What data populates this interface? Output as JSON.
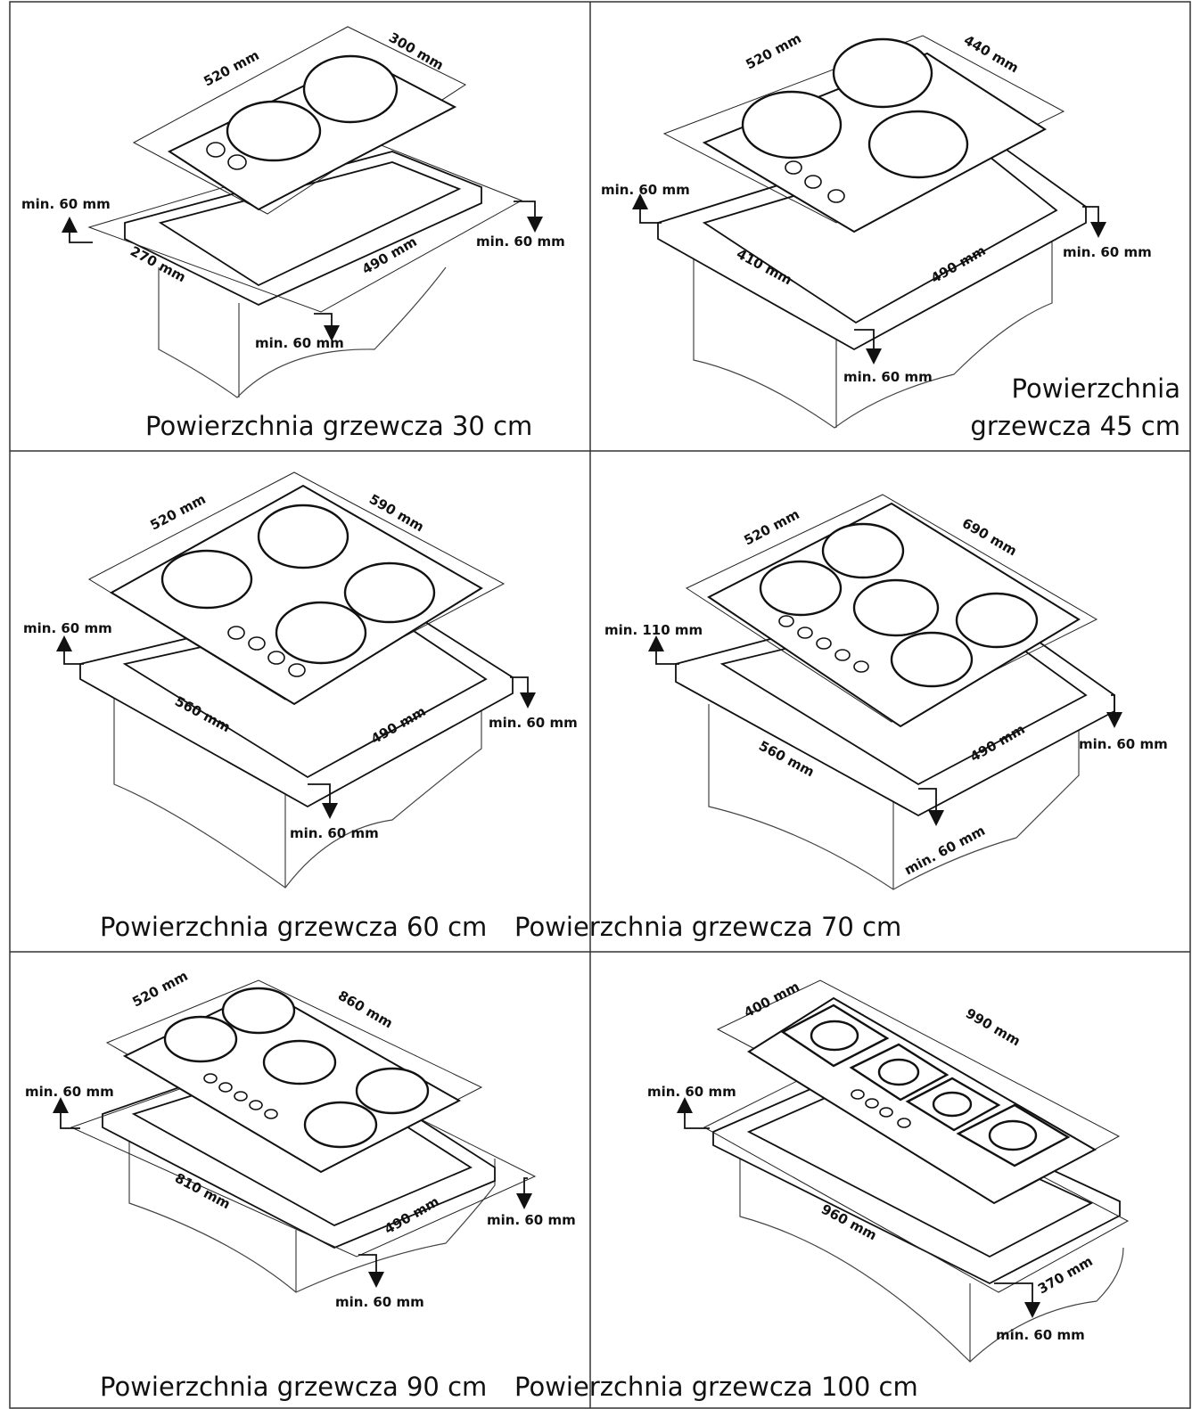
{
  "captions": {
    "p30": "Powierzchnia grzewcza 30 cm",
    "p45_line1": "Powierzchnia",
    "p45_line2": "grzewcza 45 cm",
    "p60": "Powierzchnia grzewcza 60 cm",
    "p70": "Powierzchnia grzewcza 70 cm",
    "p90": "Powierzchnia grzewcza 90 cm",
    "p100": "Powierzchnia grzewcza 100 cm"
  },
  "panels": {
    "p30": {
      "depth": "520 mm",
      "width": "300 mm",
      "cut_depth": "270 mm",
      "cut_width": "490 mm",
      "clear_left": "min. 60 mm",
      "clear_right": "min. 60 mm",
      "clear_front": "min. 60 mm"
    },
    "p45": {
      "depth": "520 mm",
      "width": "440 mm",
      "cut_depth": "410 mm",
      "cut_width": "490 mm",
      "clear_left": "min. 60 mm",
      "clear_right": "min. 60 mm",
      "clear_front": "min. 60 mm"
    },
    "p60": {
      "depth": "520 mm",
      "width": "590 mm",
      "cut_depth": "560 mm",
      "cut_width": "490 mm",
      "clear_left": "min. 60 mm",
      "clear_right": "min. 60 mm",
      "clear_front": "min. 60 mm"
    },
    "p70": {
      "depth": "520 mm",
      "width": "690 mm",
      "cut_depth": "560 mm",
      "cut_width": "490 mm",
      "clear_left": "min. 110 mm",
      "clear_right": "min. 60 mm",
      "clear_front": "min. 60 mm"
    },
    "p90": {
      "depth": "520 mm",
      "width": "860 mm",
      "cut_depth": "810 mm",
      "cut_width": "490 mm",
      "clear_left": "min. 60 mm",
      "clear_right": "min. 60 mm",
      "clear_front": "min. 60 mm"
    },
    "p100": {
      "depth": "400 mm",
      "width": "990 mm",
      "cut_depth": "960 mm",
      "cut_width": "370 mm",
      "clear_left": "min. 60 mm",
      "clear_front": "min. 60 mm"
    }
  },
  "colors": {
    "line": "#111111",
    "background": "#ffffff"
  }
}
